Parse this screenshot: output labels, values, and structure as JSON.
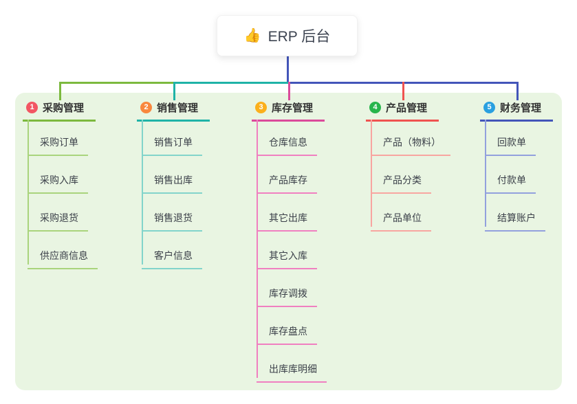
{
  "root": {
    "icon": "thumbs-up",
    "label": "ERP 后台"
  },
  "colors": {
    "canvas_bg": "#ffffff",
    "panel_bg": "#e9f5e2",
    "root_connector": "#4355b9",
    "title_text": "#333333",
    "item_text": "#3b4049"
  },
  "branches": [
    {
      "index": "1",
      "label": "采购管理",
      "badge_color": "#f25663",
      "line_color": "#7cb93e",
      "sub_line_color": "#a9d47c",
      "items": [
        "采购订单",
        "采购入库",
        "采购退货",
        "供应商信息"
      ]
    },
    {
      "index": "2",
      "label": "销售管理",
      "badge_color": "#f9873e",
      "line_color": "#1fb3a7",
      "sub_line_color": "#82d4cb",
      "items": [
        "销售订单",
        "销售出库",
        "销售退货",
        "客户信息"
      ]
    },
    {
      "index": "3",
      "label": "库存管理",
      "badge_color": "#fbb01c",
      "line_color": "#db4a9b",
      "sub_line_color": "#f07fc0",
      "items": [
        "仓库信息",
        "产品库存",
        "其它出库",
        "其它入库",
        "库存调拨",
        "库存盘点",
        "出库库明细"
      ]
    },
    {
      "index": "4",
      "label": "产品管理",
      "badge_color": "#27b54c",
      "line_color": "#ef5350",
      "sub_line_color": "#f8a5a0",
      "items": [
        "产品（物料）",
        "产品分类",
        "产品单位"
      ]
    },
    {
      "index": "5",
      "label": "财务管理",
      "badge_color": "#2aa0e0",
      "line_color": "#4355b9",
      "sub_line_color": "#92a0dd",
      "items": [
        "回款单",
        "付款单",
        "结算账户"
      ]
    }
  ]
}
